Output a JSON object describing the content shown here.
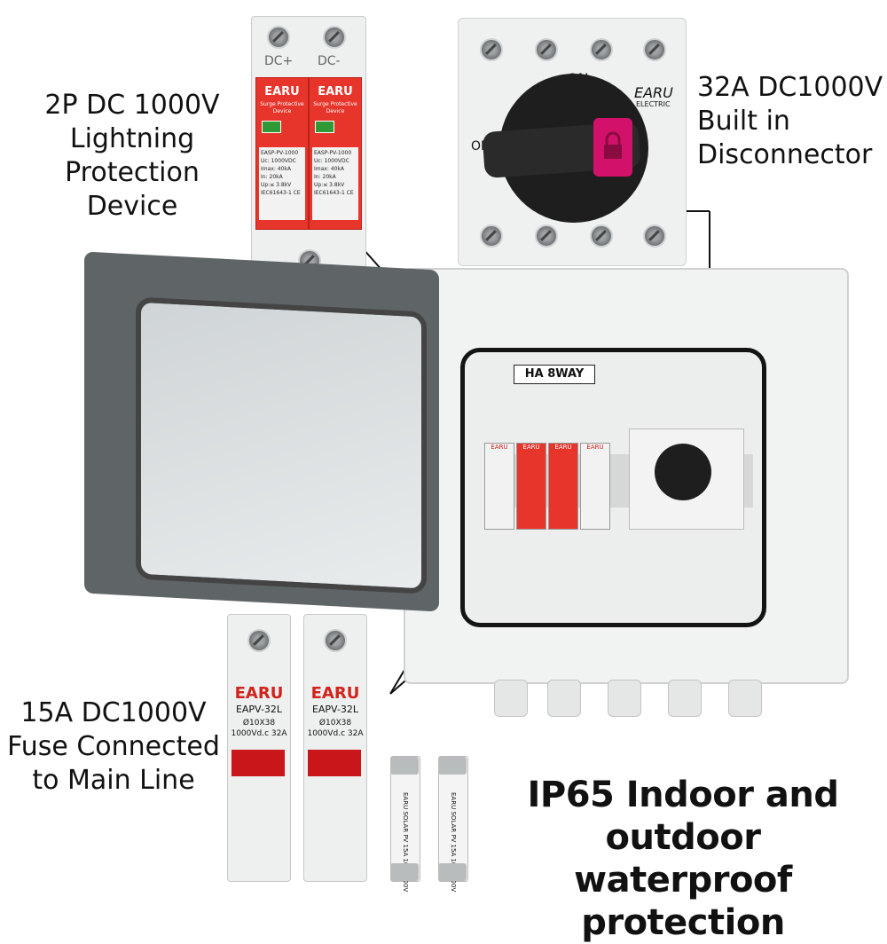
{
  "callouts": {
    "spd": "2P DC 1000V\nLightning\nProtection Device",
    "disconnector": "32A DC1000V\nBuilt in\nDisconnector",
    "fuse": "15A DC1000V\nFuse Connected\nto Main Line"
  },
  "headline": "IP65 Indoor and outdoor\nwaterproof protection",
  "spd_module": {
    "terminal_left": "DC+",
    "terminal_right": "DC-",
    "brand": "EARU",
    "subtitle": "Surge Protective Device",
    "model": "EASP-PV-1000",
    "spec": "Uc: 1000VDC\nImax: 40kA\nIn: 20kA\nUp:≤ 3.8kV\nIEC61643-1 CE"
  },
  "disconnector": {
    "brand": "EARU",
    "sub": "ELECTRIC",
    "on_label": "ON",
    "off_label": "OFF"
  },
  "enclosure": {
    "tag": "HA 8WAY"
  },
  "fuse_holders": [
    {
      "brand": "EARU",
      "model": "EAPV-32L",
      "spec": "Ø10X38\n1000Vd.c 32A"
    },
    {
      "brand": "EARU",
      "model": "EAPV-32L",
      "spec": "Ø10X38\n1000Vd.c 32A"
    }
  ],
  "cartridges": [
    {
      "text": "EARU SOLAR PV 15A 10F 1000V"
    },
    {
      "text": "EARU SOLAR PV 15A 10F 1000V"
    }
  ],
  "colors": {
    "spd_red": "#e8352b",
    "lock_pink": "#d2126a",
    "fuse_red": "#c8161a"
  }
}
